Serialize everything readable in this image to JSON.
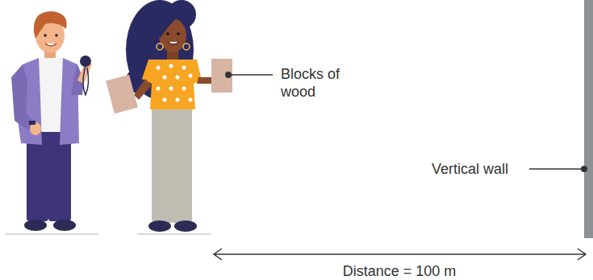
{
  "diagram": {
    "labels": [
      "Blocks of wood",
      "Vertical wall",
      "Distance = 100 m"
    ]
  }
}
